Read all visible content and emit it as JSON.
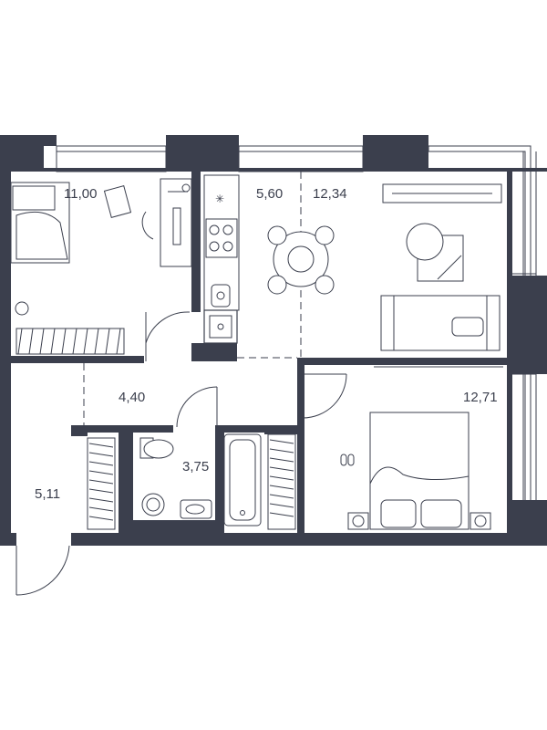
{
  "colors": {
    "wall": "#3b3f4d",
    "background": "#ffffff"
  },
  "rooms": [
    {
      "id": "bedroom-small",
      "label": "11,00"
    },
    {
      "id": "kitchen",
      "label": "5,60"
    },
    {
      "id": "living-room",
      "label": "12,34"
    },
    {
      "id": "hallway",
      "label": "4,40"
    },
    {
      "id": "bathroom",
      "label": "3,75"
    },
    {
      "id": "entrance",
      "label": "5,11"
    },
    {
      "id": "bedroom-master",
      "label": "12,71"
    }
  ]
}
